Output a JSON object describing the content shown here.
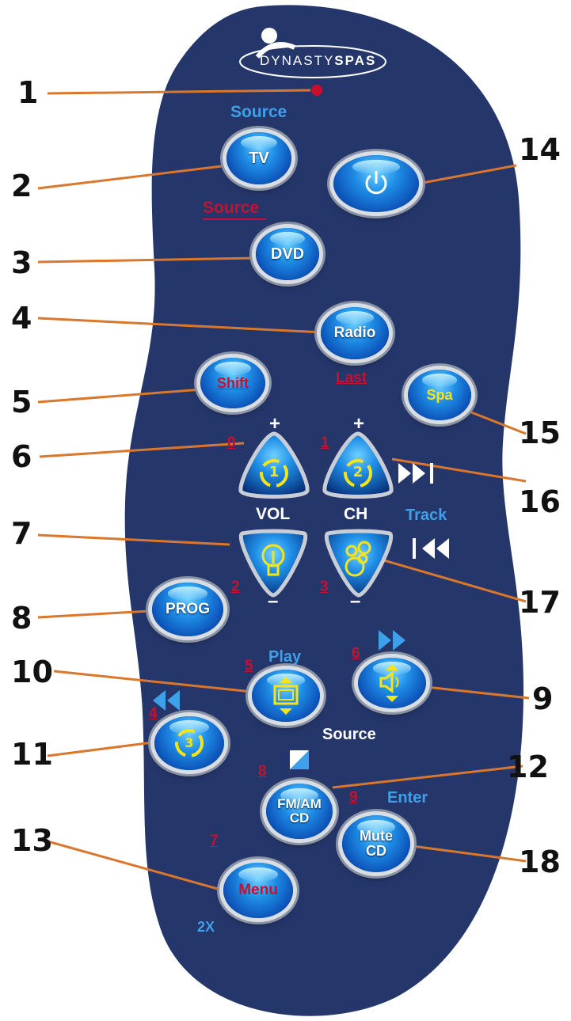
{
  "brand": {
    "name_light": "DYNASTY",
    "name_bold": "SPAS"
  },
  "callouts": [
    "1",
    "2",
    "3",
    "4",
    "5",
    "6",
    "7",
    "8",
    "9",
    "10",
    "11",
    "12",
    "13",
    "14",
    "15",
    "16",
    "17",
    "18"
  ],
  "buttons": {
    "tv": "TV",
    "dvd": "DVD",
    "radio": "Radio",
    "shift": "Shift",
    "spa": "Spa",
    "prog": "PROG",
    "fm_am": "FM/AM",
    "fm_cd": "CD",
    "mute": "Mute",
    "mute_cd": "CD",
    "menu": "Menu"
  },
  "labels": {
    "source_tv": "Source",
    "source_dvd": "Source",
    "last": "Last",
    "plus_vol": "+",
    "plus_ch": "+",
    "vol": "VOL",
    "ch": "CH",
    "track": "Track",
    "minus_vol": "–",
    "minus_ch": "–",
    "play": "Play",
    "source_mid": "Source",
    "enter": "Enter",
    "two_x": "2X"
  },
  "numbers": {
    "n0": "0",
    "n1": "1",
    "n2": "2",
    "n3": "3",
    "n4": "4",
    "n5": "5",
    "n6": "6",
    "n7": "7",
    "n8": "8",
    "n9": "9"
  },
  "colors": {
    "panel": "#25366a",
    "light_blue": "#3fa0ea",
    "red": "#c41230",
    "yellow": "#f5e41a",
    "leader": "#d9772c"
  }
}
